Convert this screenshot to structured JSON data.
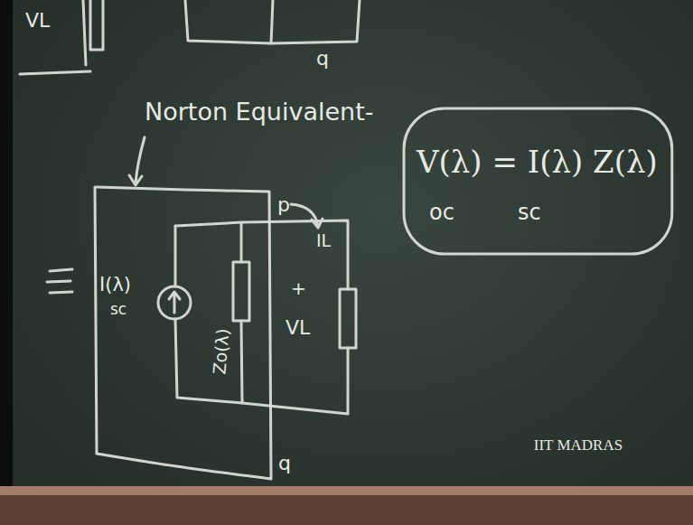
{
  "diagram": {
    "nodes": [
      {
        "text": [
          "Norton Equivalent-"
        ]
      },
      {
        "text": [
          "V(λ) = I(λ) Z(λ)",
          "oc",
          "sc"
        ]
      }
    ],
    "labels": [
      "VL",
      "q",
      "I(λ)",
      "sc",
      "Zo(λ)",
      "p",
      "IL",
      "+",
      "VL",
      "q",
      "IIT MADRAS"
    ]
  }
}
